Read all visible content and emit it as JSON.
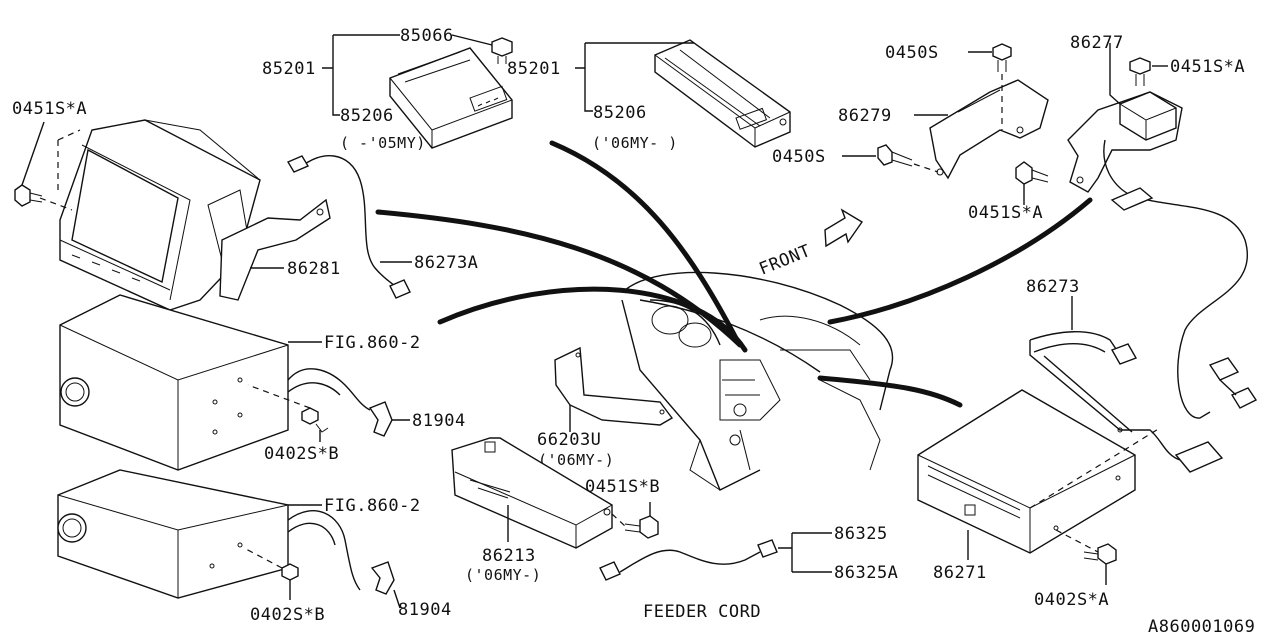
{
  "labels": {
    "p85066": "85066",
    "p85201_a": "85201",
    "p85206_a": "85206",
    "note_a": "(  -'05MY)",
    "p85201_b": "85201",
    "p85206_b": "85206",
    "note_b": "('06MY-  )",
    "p0450s_top": "0450S",
    "p86279": "86279",
    "p0450s_mid": "0450S",
    "p86277": "86277",
    "p0451sa_tr": "0451S*A",
    "p0451sa_mid": "0451S*A",
    "p0451sa_left": "0451S*A",
    "p86281": "86281",
    "p86273a": "86273A",
    "front": "FRONT",
    "fig1": "FIG.860-2",
    "p81904_a": "81904",
    "p0402sb_a": "0402S*B",
    "fig2": "FIG.860-2",
    "p81904_b": "81904",
    "p0402sb_b": "0402S*B",
    "p66203u": "66203U",
    "note_c": "('06MY-)",
    "p0451sb": "0451S*B",
    "p86213": "86213",
    "note_d": "('06MY-)",
    "p86325": "86325",
    "p86325a": "86325A",
    "feeder": "FEEDER CORD",
    "p86273": "86273",
    "p86271": "86271",
    "p0402sa": "0402S*A",
    "diagram_id": "A860001069"
  }
}
